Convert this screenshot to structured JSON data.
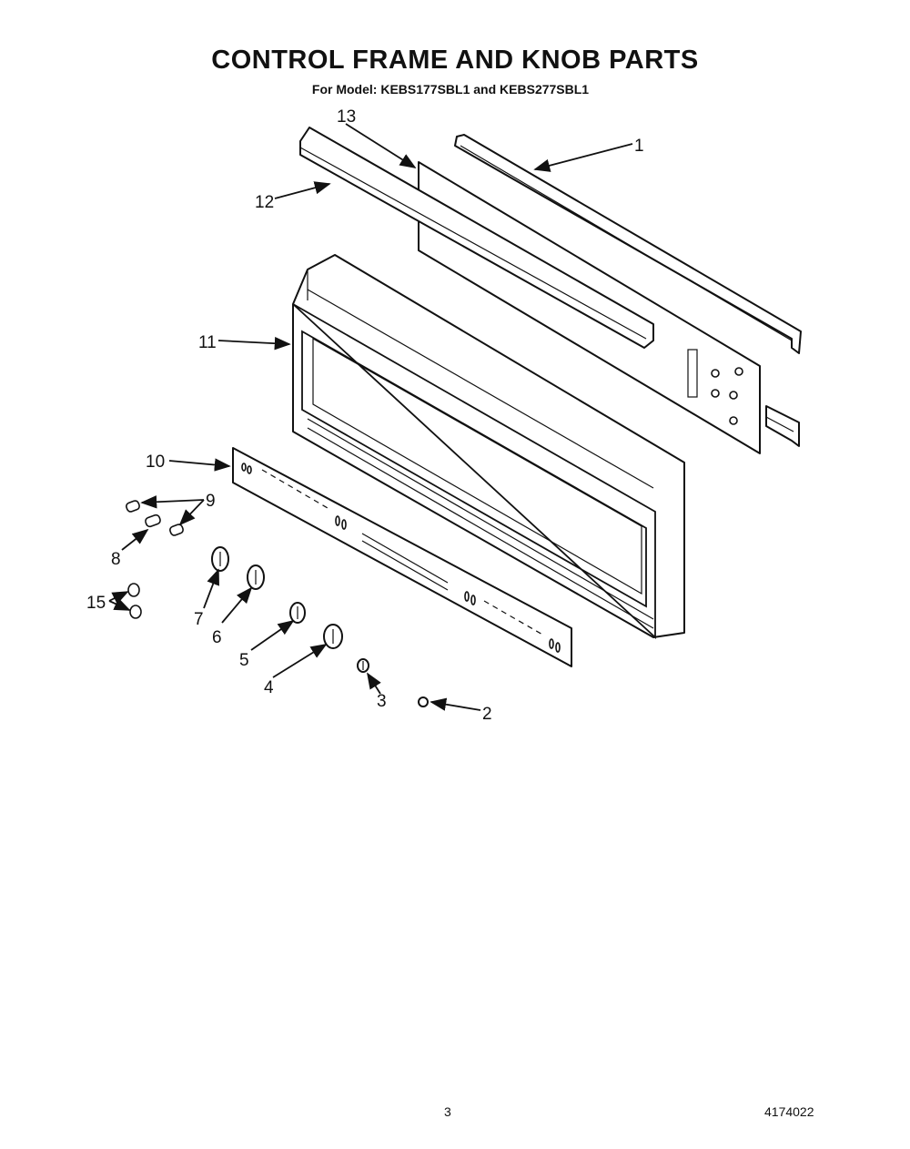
{
  "title": "CONTROL FRAME AND KNOB PARTS",
  "subtitle": "For Model: KEBS177SBL1 and KEBS277SBL1",
  "page_number": "3",
  "document_number": "4174022",
  "callouts": [
    "1",
    "2",
    "3",
    "4",
    "5",
    "6",
    "7",
    "8",
    "9",
    "10",
    "11",
    "12",
    "13",
    "15"
  ]
}
